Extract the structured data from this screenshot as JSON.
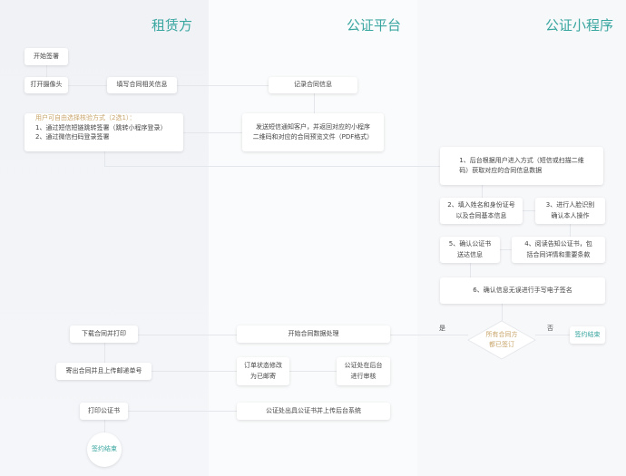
{
  "columns": [
    "租赁方",
    "公证平台",
    "公证小程序"
  ],
  "nodes": {
    "start": "开始签署",
    "camera": "打开摄像头",
    "fill": "填写合同相关信息",
    "record": "记录合同信息",
    "choose_title": "用户可自由选择核验方式（2选1）：",
    "choose_1": "1、通过短信短链跳转签署（跳转小程序登录）",
    "choose_2": "2、通过微信扫码登录签署",
    "sms": "发送短信通知客户，并返回对应的小程序\n二维码和对应的合同预览文件（PDF格式）",
    "step1": "1、后台根据用户进入方式（短信或扫描二维\n码）获取对应的合同信息数据",
    "step2": "2、填入姓名和身份证号\n以及合同基本信息",
    "step3": "3、进行人脸识别\n确认本人操作",
    "step4": "4、阅读告知公证书，包\n括合同详情和重要条款",
    "step5": "5、确认公证书\n送达信息",
    "step6": "6、确认信息无误进行手写电子签名",
    "decision": "所有合同方\n都已签订",
    "yes": "是",
    "no": "否",
    "end_right": "签约结束",
    "download": "下载合同并打印",
    "process": "开始合同数据处理",
    "mail": "寄出合同并且上传邮递单号",
    "status": "订单状态修改\n为已邮寄",
    "review": "公证处在后台\n进行审核",
    "print": "打印公证书",
    "issue": "公证处出具公证书并上传后台系统",
    "end_left": "签约结束"
  },
  "colors": {
    "accent": "#3aa6a0",
    "highlight": "#c8a46a"
  }
}
